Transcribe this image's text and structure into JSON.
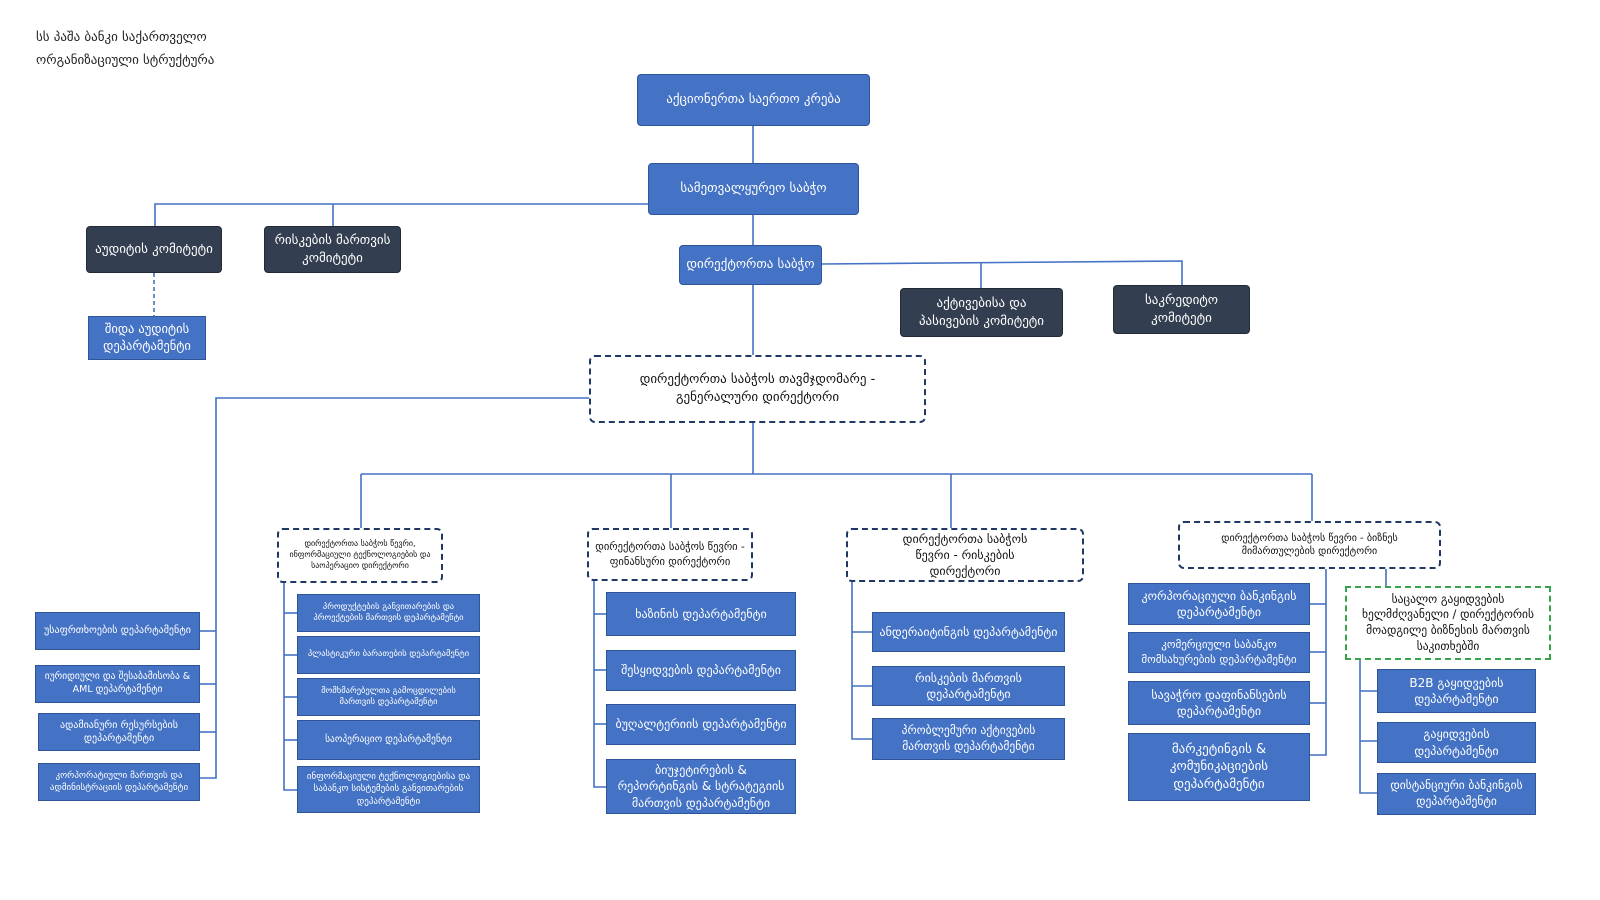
{
  "header": {
    "company": "სს პაშა ბანკი საქართველო",
    "subtitle": "ორგანიზაციული სტრუქტურა"
  },
  "top": {
    "shareholders": "აქციონერთა საერთო კრება",
    "supervisory_board": "სამეთვალყურეო საბჭო",
    "audit_committee": "აუდიტის კომიტეტი",
    "risk_committee": "რისკების მართვის კომიტეტი",
    "internal_audit": "შიდა აუდიტის დეპარტამენტი",
    "management_board": "დირექტორთა საბჭო",
    "alco": "აქტივებისა და პასივების კომიტეტი",
    "credit_committee": "საკრედიტო კომიტეტი",
    "ceo": "დირექტორთა საბჭოს თავმჯდომარე - გენერალური დირექტორი"
  },
  "ceo_departments": [
    "უსაფრთხოების დეპარტამენტი",
    "იურიდიული და შესაბამისობა & AML დეპარტამენტი",
    "ადამიანური რესურსების დეპარტამენტი",
    "კორპორატიული მართვის და ადმინისტრაციის დეპარტამენტი"
  ],
  "coo": {
    "title": "დირექტორთა საბჭოს წევრი, ინფორმაციული ტექნოლოგიების და საოპერაციო დირექტორი",
    "departments": [
      "პროდუქტების განვითარების და პროექტების მართვის დეპარტამენტი",
      "პლასტიკური ბარათების დეპარტამენტი",
      "მომხმარებელთა გამოცდილების მართვის დეპარტამენტი",
      "საოპერაციო დეპარტამენტი",
      "ინფორმაციული ტექნოლოგიებისა და საბანკო სისტემების განვითარების დეპარტამენტი"
    ]
  },
  "cfo": {
    "title": "დირექტორთა საბჭოს წევრი - ფინანსური დირექტორი",
    "departments": [
      "ხაზინის დეპარტამენტი",
      "შესყიდვების დეპარტამენტი",
      "ბუღალტერიის დეპარტამენტი",
      "ბიუჯეტირების & რეპორტინგის & სტრატეგიის მართვის დეპარტამენტი"
    ]
  },
  "cro": {
    "title": "დირექტორთა საბჭოს წევრი - რისკების დირექტორი",
    "departments": [
      "ანდერაიტინგის დეპარტამენტი",
      "რისკების მართვის დეპარტამენტი",
      "პრობლემური აქტივების მართვის დეპარტამენტი"
    ]
  },
  "cbo": {
    "title": "დირექტორთა საბჭოს წევრი - ბიზნეს მიმართულების დირექტორი",
    "departments": [
      "კორპორაციული ბანკინგის დეპარტამენტი",
      "კომერციული საბანკო მომსახურების დეპარტამენტი",
      "სავაჭრო დაფინანსების დეპარტამენტი",
      "მარკეტინგის & კომუნიკაციების დეპარტამენტი"
    ]
  },
  "retail": {
    "title": "საცალო გაყიდვების ხელმძღვანელი / დირექტორის მოადგილე ბიზნესის მართვის საკითხებში",
    "departments": [
      "B2B გაყიდვების დეპარტამენტი",
      "გაყიდვების დეპარტამენტი",
      "დისტანციური ბანკინგის დეპარტამენტი"
    ]
  },
  "colors": {
    "blue_box": "#4472c4",
    "dark_box": "#333f50",
    "line": "#4472c4",
    "dashed_border": "#1f3864",
    "green_border": "#38a34b"
  }
}
